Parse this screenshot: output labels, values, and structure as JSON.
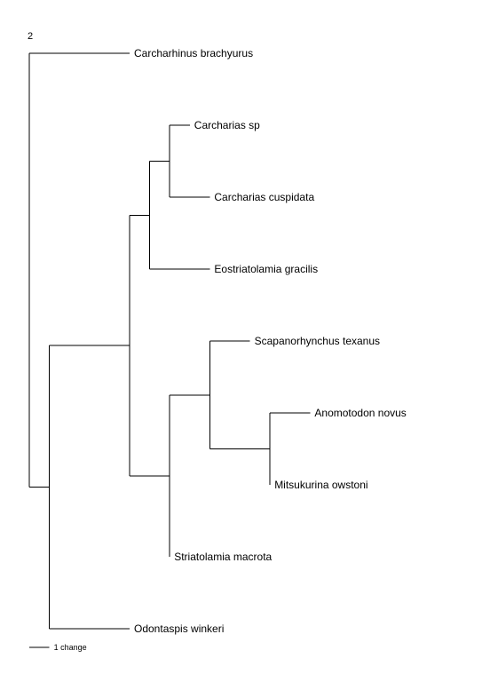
{
  "tree_number": "2",
  "scale_bar": {
    "label": "1 change",
    "length": 1
  },
  "taxa": [
    "Carcharhinus brachyurus",
    "Carcharias sp",
    "Carcharias cuspidata",
    "Eostriatolamia gracilis",
    "Scapanorhynchus texanus",
    "Anomotodon novus",
    "Mitsukurina owstoni",
    "Striatolamia macrota",
    "Odontaspis winkeri"
  ],
  "newick": "(Carcharhinus brachyurus:5,(((Carcharias sp:1,Carcharias cuspidata:2):1,Eostriatolamia gracilis:3):1,((Scapanorhynchus texanus:2,(Anomotodon novus:2,Mitsukurina owstoni:0):3):2,Striatolamia macrota:0):2):4,Odontaspis winkeri:4):1);",
  "tree": {
    "name": "",
    "length": 0,
    "children": [
      {
        "name": "Carcharhinus brachyurus",
        "length": 5
      },
      {
        "name": "",
        "length": 1,
        "children": [
          {
            "name": "",
            "length": 4,
            "children": [
              {
                "name": "",
                "length": 1,
                "children": [
                  {
                    "name": "",
                    "length": 1,
                    "children": [
                      {
                        "name": "Carcharias sp",
                        "length": 1
                      },
                      {
                        "name": "Carcharias cuspidata",
                        "length": 2
                      }
                    ]
                  },
                  {
                    "name": "Eostriatolamia gracilis",
                    "length": 3
                  }
                ]
              },
              {
                "name": "",
                "length": 2,
                "children": [
                  {
                    "name": "",
                    "length": 2,
                    "children": [
                      {
                        "name": "Scapanorhynchus texanus",
                        "length": 2
                      },
                      {
                        "name": "",
                        "length": 3,
                        "children": [
                          {
                            "name": "Anomotodon novus",
                            "length": 2
                          },
                          {
                            "name": "Mitsukurina owstoni",
                            "length": 0
                          }
                        ]
                      }
                    ]
                  },
                  {
                    "name": "Striatolamia macrota",
                    "length": 0
                  }
                ]
              }
            ]
          },
          {
            "name": "Odontaspis winkeri",
            "length": 4
          }
        ]
      }
    ]
  }
}
